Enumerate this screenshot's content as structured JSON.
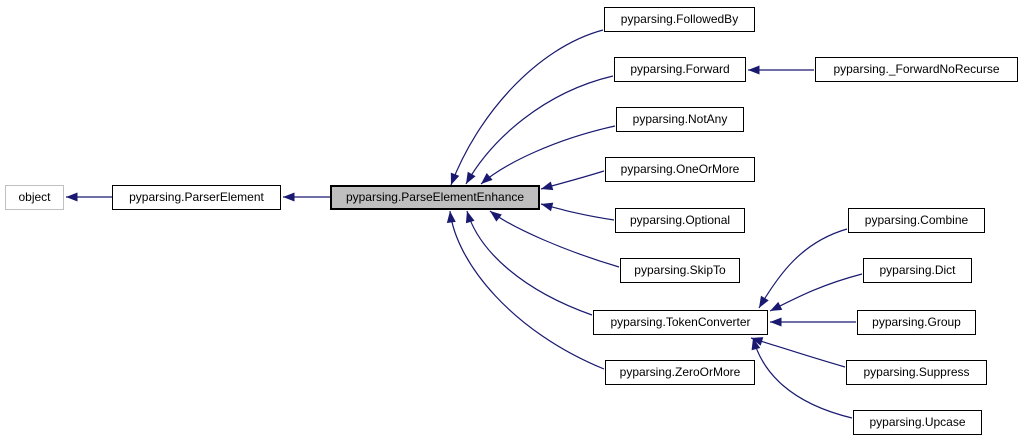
{
  "diagram": {
    "kind": "class-inheritance-graph",
    "library": "pyparsing",
    "focus_class": "pyparsing.ParseElementEnhance"
  },
  "colors": {
    "background": "#ffffff",
    "edge-color": "#191970",
    "node-border": "#000000",
    "node-fill": "#ffffff",
    "highlight-fill": "#bfbfbf",
    "external-border": "#c0c0c0",
    "text-color": "#000000"
  },
  "nodes": [
    {
      "id": "object",
      "label": "object",
      "role": "external-base"
    },
    {
      "id": "parser-element",
      "label": "pyparsing.ParserElement",
      "role": "base"
    },
    {
      "id": "parse-element-enhance",
      "label": "pyparsing.ParseElementEnhance",
      "role": "current"
    },
    {
      "id": "followed-by",
      "label": "pyparsing.FollowedBy",
      "role": "derived"
    },
    {
      "id": "forward",
      "label": "pyparsing.Forward",
      "role": "derived"
    },
    {
      "id": "forward-no-recurse",
      "label": "pyparsing._ForwardNoRecurse",
      "role": "derived"
    },
    {
      "id": "not-any",
      "label": "pyparsing.NotAny",
      "role": "derived"
    },
    {
      "id": "one-or-more",
      "label": "pyparsing.OneOrMore",
      "role": "derived"
    },
    {
      "id": "optional",
      "label": "pyparsing.Optional",
      "role": "derived"
    },
    {
      "id": "skip-to",
      "label": "pyparsing.SkipTo",
      "role": "derived"
    },
    {
      "id": "token-converter",
      "label": "pyparsing.TokenConverter",
      "role": "derived"
    },
    {
      "id": "combine",
      "label": "pyparsing.Combine",
      "role": "derived"
    },
    {
      "id": "dict",
      "label": "pyparsing.Dict",
      "role": "derived"
    },
    {
      "id": "group",
      "label": "pyparsing.Group",
      "role": "derived"
    },
    {
      "id": "suppress",
      "label": "pyparsing.Suppress",
      "role": "derived"
    },
    {
      "id": "upcase",
      "label": "pyparsing.Upcase",
      "role": "derived"
    },
    {
      "id": "zero-or-more",
      "label": "pyparsing.ZeroOrMore",
      "role": "derived"
    }
  ],
  "edges": [
    {
      "from": "pyparsing.ParserElement",
      "to": "object"
    },
    {
      "from": "pyparsing.ParseElementEnhance",
      "to": "pyparsing.ParserElement"
    },
    {
      "from": "pyparsing.FollowedBy",
      "to": "pyparsing.ParseElementEnhance"
    },
    {
      "from": "pyparsing.Forward",
      "to": "pyparsing.ParseElementEnhance"
    },
    {
      "from": "pyparsing._ForwardNoRecurse",
      "to": "pyparsing.Forward"
    },
    {
      "from": "pyparsing.NotAny",
      "to": "pyparsing.ParseElementEnhance"
    },
    {
      "from": "pyparsing.OneOrMore",
      "to": "pyparsing.ParseElementEnhance"
    },
    {
      "from": "pyparsing.Optional",
      "to": "pyparsing.ParseElementEnhance"
    },
    {
      "from": "pyparsing.SkipTo",
      "to": "pyparsing.ParseElementEnhance"
    },
    {
      "from": "pyparsing.TokenConverter",
      "to": "pyparsing.ParseElementEnhance"
    },
    {
      "from": "pyparsing.Combine",
      "to": "pyparsing.TokenConverter"
    },
    {
      "from": "pyparsing.Dict",
      "to": "pyparsing.TokenConverter"
    },
    {
      "from": "pyparsing.Group",
      "to": "pyparsing.TokenConverter"
    },
    {
      "from": "pyparsing.Suppress",
      "to": "pyparsing.TokenConverter"
    },
    {
      "from": "pyparsing.Upcase",
      "to": "pyparsing.TokenConverter"
    },
    {
      "from": "pyparsing.ZeroOrMore",
      "to": "pyparsing.ParseElementEnhance"
    }
  ]
}
